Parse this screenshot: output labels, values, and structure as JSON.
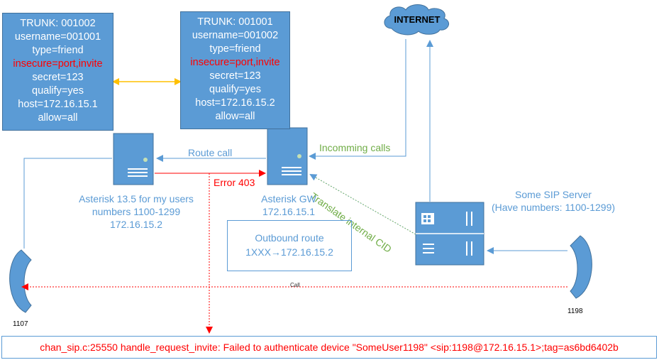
{
  "trunk_left": {
    "lines": [
      "TRUNK: 001002",
      "username=001001",
      "type=friend",
      "insecure=port,invite",
      "secret=123",
      "qualify=yes",
      "host=172.16.15.1",
      "allow=all"
    ]
  },
  "trunk_right": {
    "lines": [
      "TRUNK: 001001",
      "username=001002",
      "type=friend",
      "insecure=port,invite",
      "secret=123",
      "qualify=yes",
      "host=172.16.15.2",
      "allow=all"
    ]
  },
  "internet": "INTERNET",
  "asterisk_local": {
    "line1": "Asterisk 13.5  for my users",
    "line2": "numbers 1100-1299",
    "line3": "172.16.15.2"
  },
  "asterisk_gw": {
    "line1": "Asterisk GW",
    "line2": "172.16.15.1"
  },
  "sip_server": {
    "line1": "Some SIP Server",
    "line2": "(Have numbers: 1100-1299)"
  },
  "route_call": "Route call",
  "error_403": "Error 403",
  "incoming_calls": "Incomming calls",
  "translate_cid": "Translate internal CID",
  "outbound": {
    "title": "Outbound route",
    "rule_prefix": "1XXX",
    "rule_arrow": "→",
    "rule_target": "172.16.15.2"
  },
  "call_label": "Call",
  "phone_left": "1107",
  "phone_right": "1198",
  "error_message": "chan_sip.c:25550 handle_request_invite: Failed to authenticate device \"SomeUser1198\" <sip:1198@172.16.15.1>;tag=as6bd6402b",
  "colors": {
    "box_fill": "#5b9bd5",
    "red": "#ff0000",
    "green": "#70ad47",
    "yellow": "#ffc000"
  }
}
